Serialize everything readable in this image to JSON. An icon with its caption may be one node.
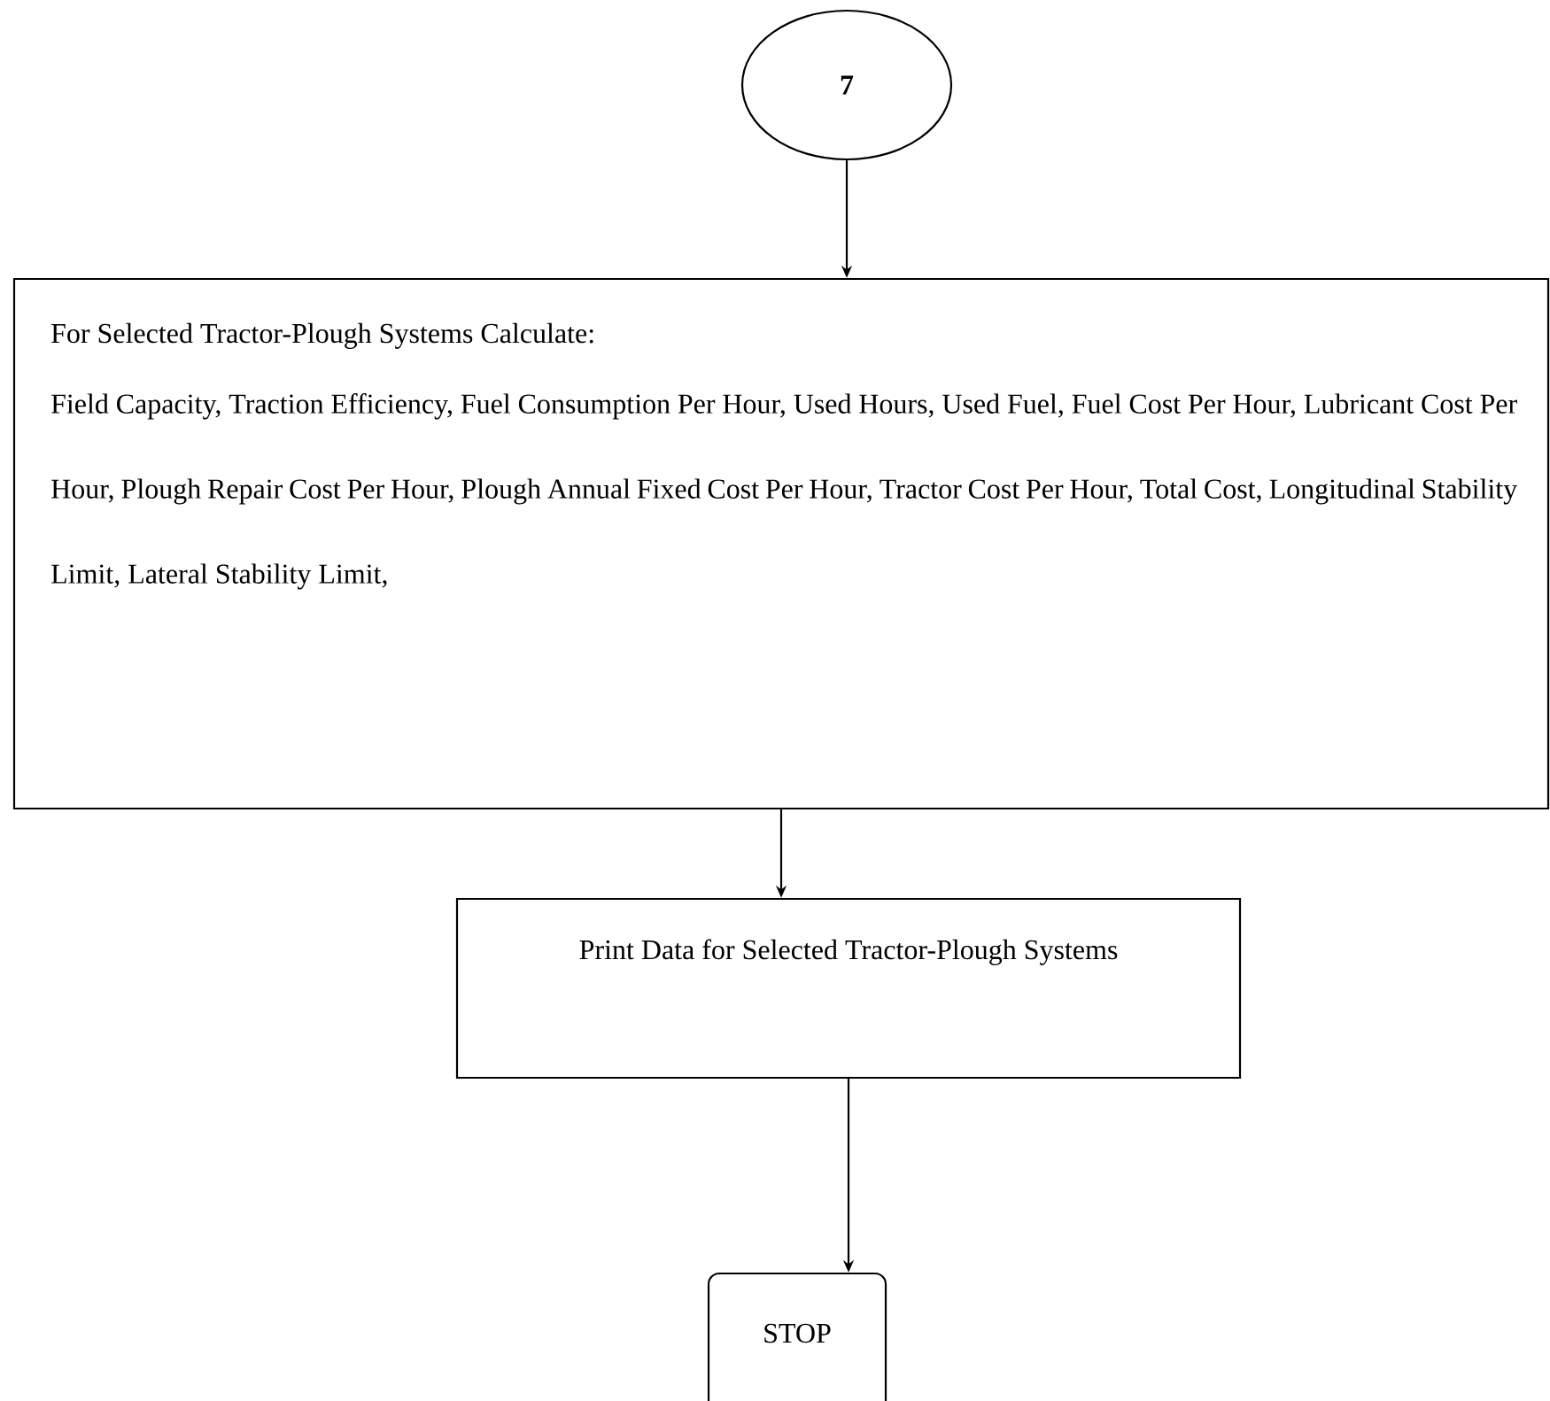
{
  "diagram": {
    "nodes": [
      {
        "text": [
          "7"
        ]
      },
      {
        "text": [
          "For Selected Tractor-Plough Systems Calculate:",
          "Field Capacity, Traction Efficiency, Fuel Consumption Per Hour, Used Hours, Used Fuel, Fuel Cost Per Hour, Lubricant Cost Per Hour, Plough Repair Cost Per Hour, Plough Annual Fixed Cost Per Hour, Tractor Cost Per Hour, Total Cost, Longitudinal Stability Limit, Lateral Stability Limit,"
        ]
      },
      {
        "text": [
          "Print Data for Selected Tractor-Plough Systems"
        ]
      },
      {
        "text": [
          "STOP"
        ]
      }
    ],
    "edges": [
      {
        "from": 0,
        "to": 1,
        "arrow": "to"
      },
      {
        "from": 1,
        "to": 2,
        "arrow": "to"
      },
      {
        "from": 2,
        "to": 3,
        "arrow": "to"
      }
    ]
  }
}
